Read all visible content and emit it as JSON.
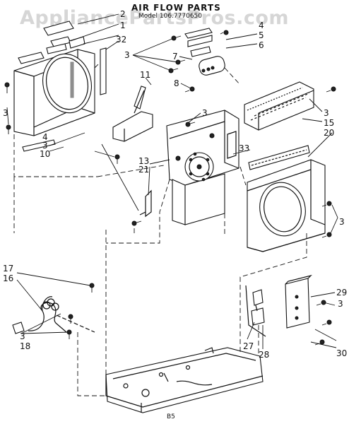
{
  "watermark": "AppliancePartsPros.com",
  "diagram": {
    "title": "AIR FLOW PARTS",
    "model": "Model 106.7770650",
    "page_code": "B5"
  },
  "callouts": {
    "c2": "2",
    "c1": "1",
    "c32": "32",
    "c3_top": "3",
    "c4": "4",
    "c5": "5",
    "c6": "6",
    "c7": "7",
    "c8": "8",
    "c11": "11",
    "c3_left": "3",
    "c4_mid": "4",
    "c3_mid": "3",
    "c10": "10",
    "c3_center": "3",
    "c13": "13",
    "c21": "21",
    "c33": "33",
    "c3_right": "3",
    "c15": "15",
    "c20": "20",
    "c3_right_low": "3",
    "c17": "17",
    "c16": "16",
    "c3_cord": "3",
    "c18": "18",
    "c29": "29",
    "c3_bracket": "3",
    "c27": "27",
    "c28": "28",
    "c30": "30"
  }
}
